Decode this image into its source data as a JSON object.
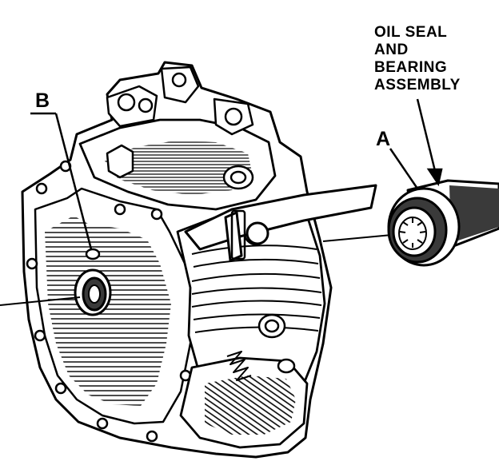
{
  "callouts": {
    "assembly_label_lines": [
      "OIL SEAL",
      "AND",
      "BEARING",
      "ASSEMBLY"
    ],
    "marker_a": "A",
    "marker_b": "B"
  },
  "colors": {
    "ink": "#000000",
    "paper": "#ffffff",
    "shade": "#3a3a3a"
  }
}
